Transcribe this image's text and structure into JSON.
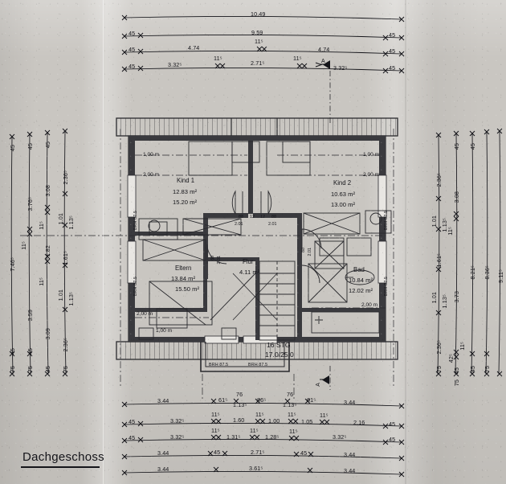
{
  "sheet": {
    "title": "Dachgeschoss",
    "section_marker_top": "A",
    "section_marker_bottom": "A"
  },
  "rooms": [
    {
      "name": "Kind 1",
      "area_net": "12.83 m²",
      "area_gross": "15.20 m²"
    },
    {
      "name": "Kind 2",
      "area_net": "10.63 m²",
      "area_gross": "13.00 m²"
    },
    {
      "name": "Eltern",
      "area_net": "13.84 m²",
      "area_gross": "15.50 m²"
    },
    {
      "name": "Bad",
      "area_net": "10.84 m²",
      "area_gross": "12.02 m²"
    },
    {
      "name": "Flur",
      "area_net": "4.11 m²",
      "area_gross": ""
    }
  ],
  "stairs": {
    "count_label": "16 STG",
    "riser_tread": "17.0/25.0"
  },
  "height_lines": {
    "kind1_top": "1,00 m",
    "kind1_two": "2,00 m",
    "kind2_top": "1,00 m",
    "kind2_two": "2,00 m",
    "eltern_two": "2,00 m",
    "eltern_one": "1,00 m",
    "bad_two": "2,00 m"
  },
  "brh_labels": [
    {
      "id": "left-upper",
      "text": "BRH 87.5"
    },
    {
      "id": "left-lower",
      "text": "BRH 87.5"
    },
    {
      "id": "right-upper",
      "text": "BRH 87.5"
    },
    {
      "id": "right-lower",
      "text": "BRH 87.5"
    },
    {
      "id": "bottom-left",
      "text": "BRH 87.5"
    },
    {
      "id": "bottom-right",
      "text": "BRH 87.5"
    }
  ],
  "doors": [
    {
      "id": "kind1-door",
      "width": "88",
      "height": "2.01"
    },
    {
      "id": "kind2-door",
      "width": "88",
      "height": "2.01"
    },
    {
      "id": "wall-1",
      "width": "12",
      "height": ""
    },
    {
      "id": "wall-2",
      "width": "12",
      "height": ""
    },
    {
      "id": "eltern-door",
      "width": "88",
      "height": "2.01"
    },
    {
      "id": "bad-door",
      "width": "88",
      "height": "2.01"
    }
  ],
  "dimensions": {
    "top": [
      {
        "row": 1,
        "values": [
          "10.49"
        ]
      },
      {
        "row": 2,
        "values": [
          "45",
          "9.59",
          "45"
        ]
      },
      {
        "row": 3,
        "values": [
          "45",
          "4.74",
          "11⁵",
          "4.74",
          "45"
        ]
      },
      {
        "row": 4,
        "values": [
          "45",
          "3.32⁵",
          "11⁵",
          "2.71⁵",
          "11⁵",
          "3.32⁵",
          "45"
        ]
      }
    ],
    "bottom": [
      {
        "row": 1,
        "values": [
          "3.44",
          "61⁵",
          "76",
          "1.13⁵",
          "86⁵",
          "76",
          "1.13⁵",
          "61⁵",
          "3.44"
        ]
      },
      {
        "row": 2,
        "values": [
          "45",
          "3.32⁵",
          "11⁵",
          "1.60",
          "11⁵",
          "1.00",
          "11⁵",
          "1.05",
          "11⁵",
          "2.16",
          "45"
        ]
      },
      {
        "row": 3,
        "values": [
          "45",
          "3.32⁵",
          "11⁵",
          "1.31⁵",
          "11⁵",
          "1.28⁵",
          "11⁵",
          "3.32⁵",
          "45"
        ]
      },
      {
        "row": 4,
        "values": [
          "3.44",
          "45",
          "2.71⁵",
          "45",
          "3.44"
        ]
      },
      {
        "row": 5,
        "values": [
          "3.44",
          "3.61⁵",
          "3.44"
        ]
      }
    ],
    "left": [
      {
        "col": 1,
        "values": [
          "45",
          "7.46⁵",
          "75",
          "45"
        ]
      },
      {
        "col": 2,
        "values": [
          "45",
          "3.76⁵",
          "11⁵",
          "3.59",
          "75",
          "45"
        ]
      },
      {
        "col": 3,
        "values": [
          "45",
          "3.08",
          "11⁵",
          "1.82",
          "11⁵",
          "3.09",
          "45"
        ]
      },
      {
        "col": 4,
        "values": [
          "2.36⁵",
          "1.01",
          "1.13⁵",
          "1.61⁵",
          "1.01",
          "1.13⁵",
          "2.36⁵",
          "75"
        ]
      }
    ],
    "right": [
      {
        "col": 1,
        "values": [
          "2.36⁵",
          "1.01",
          "1.13⁵",
          "1.61⁵",
          "1.01",
          "1.13⁵",
          "2.36⁵",
          "75"
        ]
      },
      {
        "col": 2,
        "values": [
          "45",
          "3.08",
          "11⁵",
          "3.73",
          "11⁵",
          "42⁵",
          "45",
          "75"
        ]
      },
      {
        "col": 3,
        "values": [
          "45",
          "8.21⁵",
          "45"
        ]
      },
      {
        "col": 4,
        "values": [
          "8.36⁵",
          "75"
        ]
      },
      {
        "col": 5,
        "values": [
          "9.11⁵"
        ]
      }
    ]
  }
}
